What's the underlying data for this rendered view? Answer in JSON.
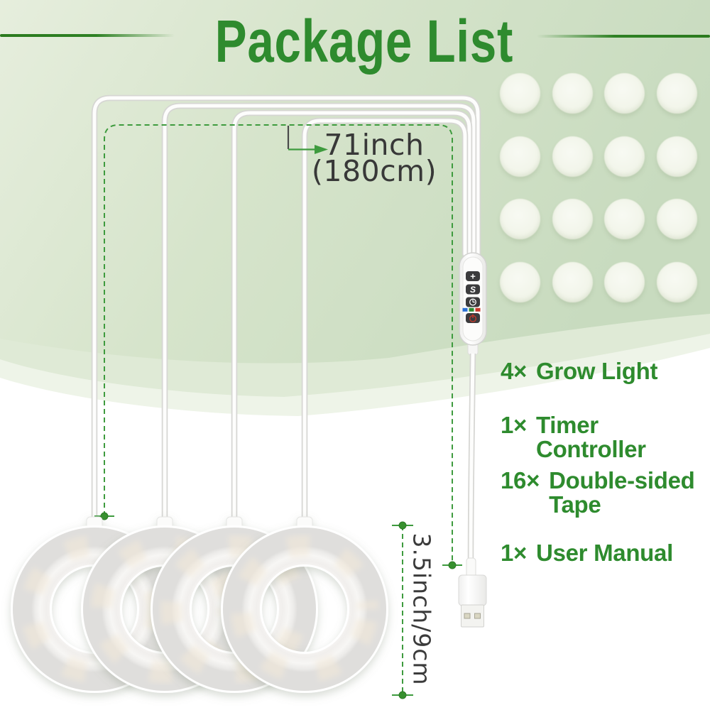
{
  "title": "Package List",
  "dimensions": {
    "cable_length_line1": "71inch",
    "cable_length_line2": "(180cm)",
    "ring_size_label": "3.5inch/9cm"
  },
  "package_items": [
    {
      "qty": "4×",
      "name": "Grow Light"
    },
    {
      "qty": "1×",
      "name": "Timer Controller"
    },
    {
      "qty": "16×",
      "name": "Double-sided Tape"
    },
    {
      "qty": "1×",
      "name": "User Manual"
    }
  ],
  "grow_lights": {
    "count": 4,
    "shape": "ring"
  },
  "tape_grid": {
    "count": 16,
    "rows": 4,
    "cols": 4
  },
  "controller": {
    "buttons": [
      {
        "icon": "brightness-icon",
        "glyph": "+"
      },
      {
        "icon": "spectrum-icon",
        "glyph": "S"
      },
      {
        "icon": "timer-icon"
      },
      {
        "icon": "power-icon"
      }
    ],
    "indicator_colors": [
      "#2b6fd4",
      "#2e8b2e",
      "#c9372b"
    ]
  },
  "colors": {
    "accent_green": "#2e8b2e",
    "divider_green": "#2b7a1e",
    "dimension_green": "#3e9b3e",
    "text_dark": "#3a3a3a",
    "background_green": "#d7e5cc"
  }
}
